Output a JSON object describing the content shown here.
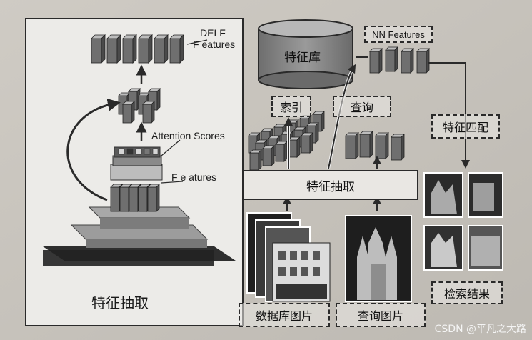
{
  "left_panel": {
    "delf_features_label_line1": "DELF",
    "delf_features_label_line2": "F eatures",
    "attention_scores_label": "Attention Scores",
    "features_label": "F e atures",
    "title": "特征抽取"
  },
  "database": {
    "label": "特征库"
  },
  "labels": {
    "index": "索引",
    "query": "查询",
    "nn_features": "NN Features",
    "feature_matching": "特征匹配",
    "feature_extraction": "特征抽取",
    "database_images": "数据库图片",
    "query_image": "查询图片",
    "retrieval_results": "检索结果"
  },
  "watermark": "CSDN @平凡之大路",
  "colors": {
    "cube_face": "#6f6f6f",
    "cube_top": "#bdbdbd",
    "cube_side": "#4a4a4a",
    "cylinder": "#8a8a8a"
  }
}
